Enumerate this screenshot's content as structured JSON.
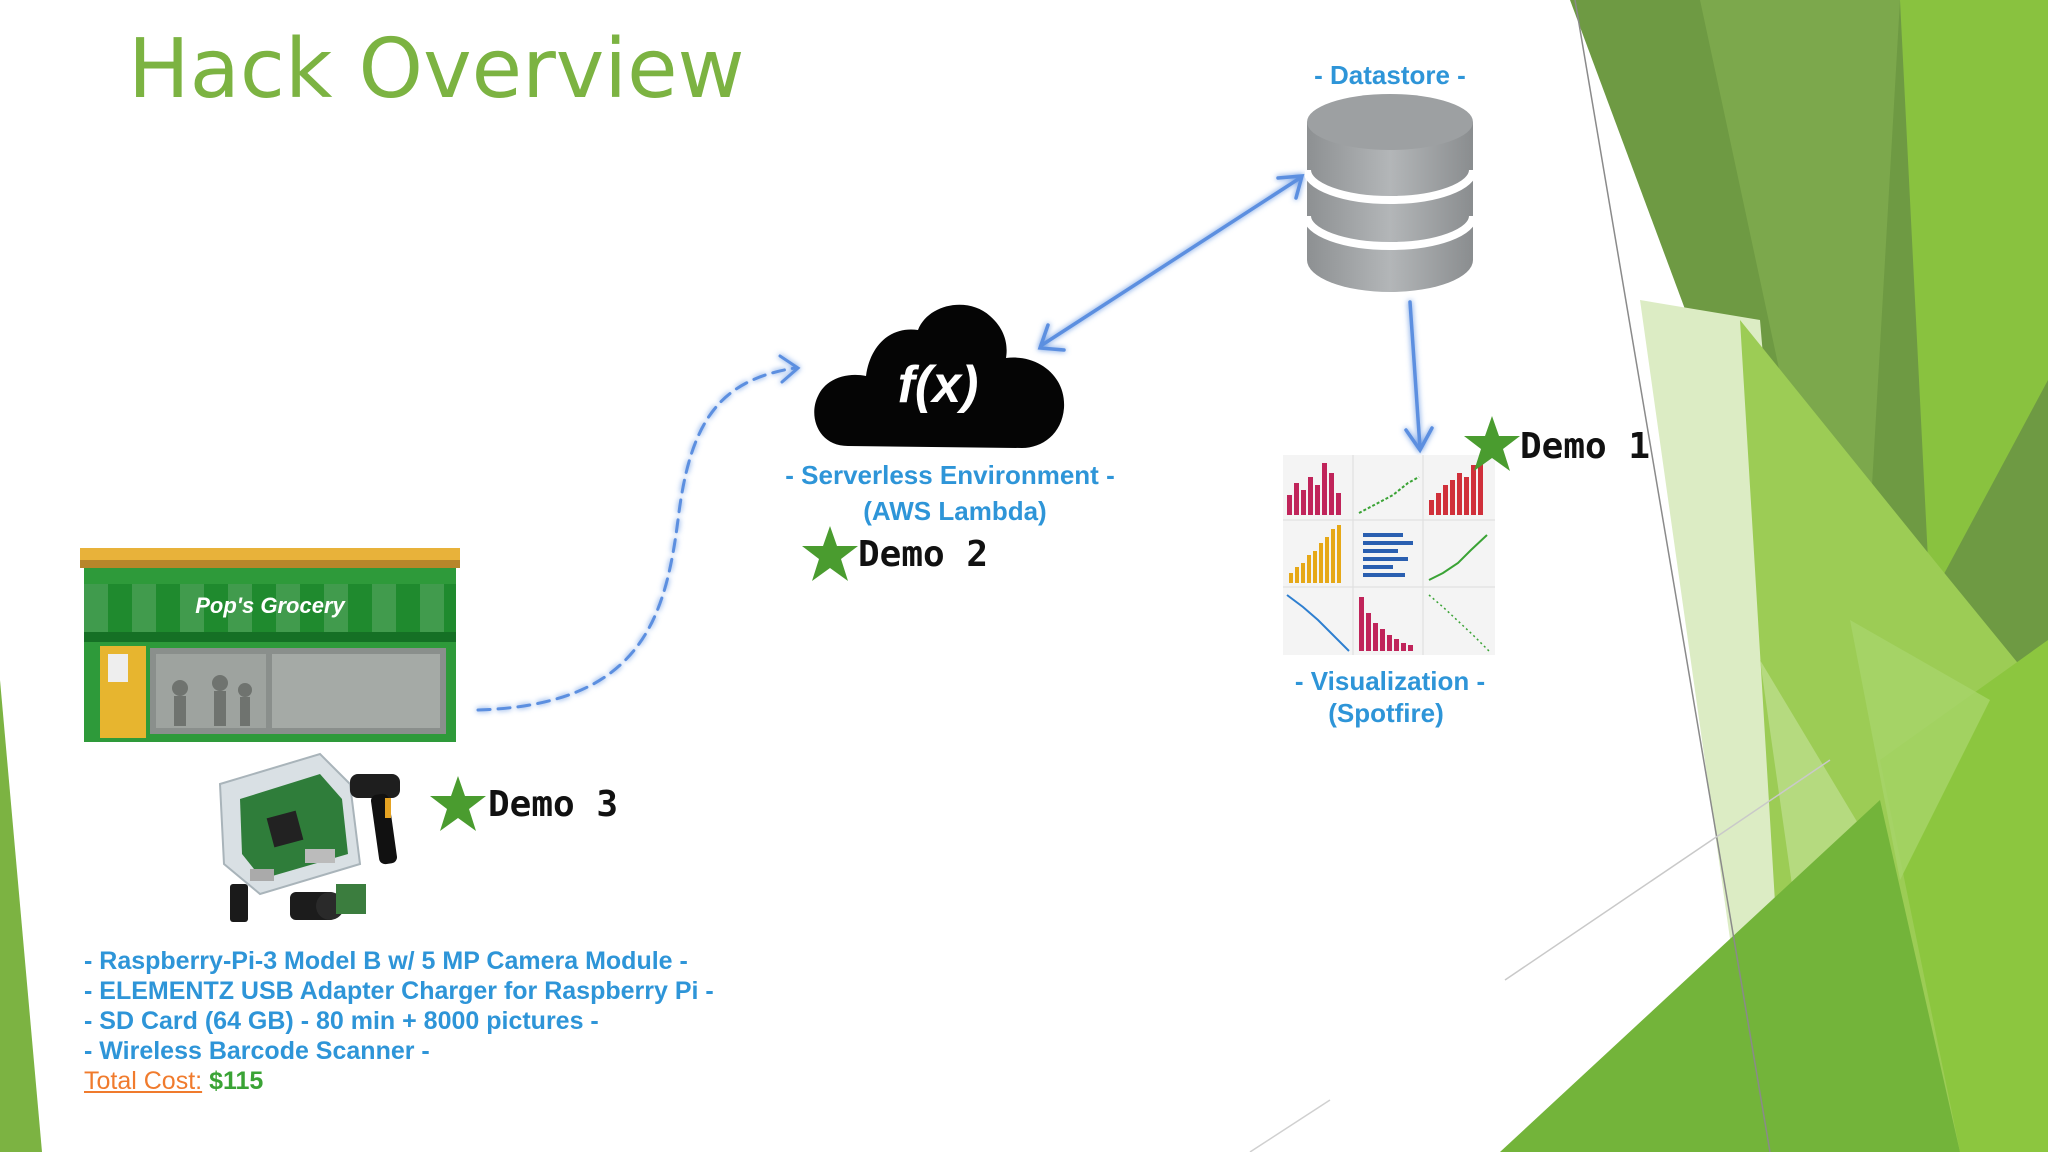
{
  "slide": {
    "title": "Hack Overview",
    "accent_color": "#7cb342",
    "label_color": "#2e95d8"
  },
  "datastore": {
    "label": "- Datastore -",
    "icon": "database-icon"
  },
  "serverless": {
    "icon_text": "f(x)",
    "label_line1": "- Serverless Environment -",
    "label_line2": "(AWS Lambda)",
    "icon": "cloud-function-icon"
  },
  "visualization": {
    "label_line1": "- Visualization -",
    "label_line2": "(Spotfire)",
    "icon": "dashboard-charts-thumbnail"
  },
  "store": {
    "sign_text": "Pop's Grocery",
    "icon": "grocery-store-image"
  },
  "demos": {
    "demo1": "Demo 1",
    "demo2": "Demo 2",
    "demo3": "Demo 3"
  },
  "hardware": {
    "lines": [
      "- Raspberry-Pi-3 Model B w/ 5 MP Camera Module -",
      "- ELEMENTZ USB Adapter Charger for Raspberry Pi -",
      "- SD Card (64 GB) - 80 min + 8000 pictures -",
      "- Wireless Barcode Scanner -"
    ],
    "total_cost_label": "Total Cost:",
    "total_cost_value": "$115"
  }
}
